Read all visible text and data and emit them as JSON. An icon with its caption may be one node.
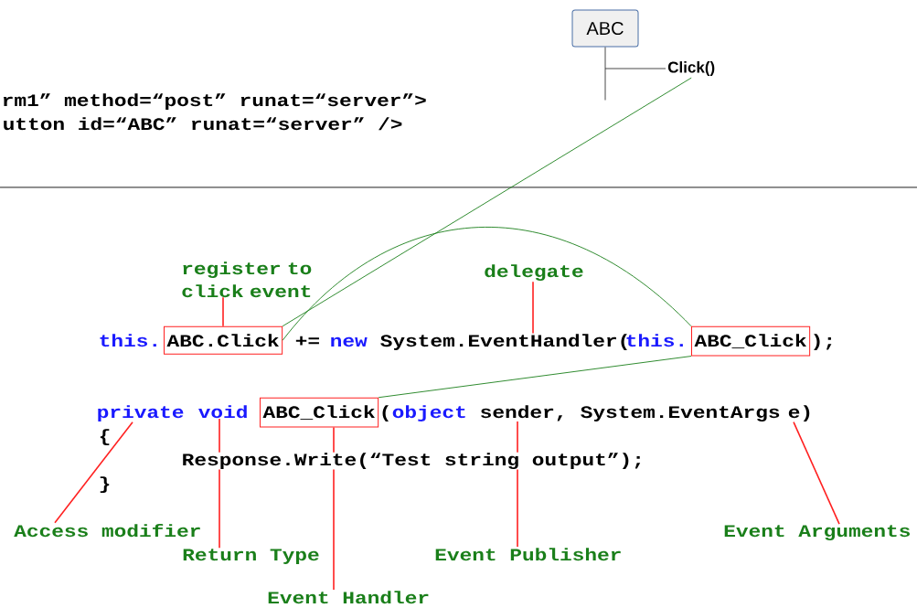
{
  "diagram": {
    "nodes": [
      {
        "text": [
          "ABC"
        ]
      },
      {
        "text": [
          "Click()"
        ]
      },
      {
        "text": [
          "ABC.Click"
        ]
      },
      {
        "text": [
          "ABC_Click"
        ]
      },
      {
        "text": [
          "ABC_Click"
        ]
      },
      {
        "text": [
          "register to click event"
        ]
      },
      {
        "text": [
          "delegate"
        ]
      },
      {
        "text": [
          "Access modifier"
        ]
      },
      {
        "text": [
          "Return Type"
        ]
      },
      {
        "text": [
          "Event Handler"
        ]
      },
      {
        "text": [
          "Event Publisher"
        ]
      },
      {
        "text": [
          "Event Arguments"
        ]
      },
      {
        "text": [
          "System.EventHandler("
        ]
      },
      {
        "text": [
          "private"
        ]
      },
      {
        "text": [
          "void"
        ]
      },
      {
        "text": [
          "sender,"
        ]
      },
      {
        "text": [
          "e)"
        ]
      }
    ],
    "edges": [
      {
        "from": 0,
        "to": 1,
        "arrow": "none",
        "color": "#333333"
      },
      {
        "from": 1,
        "to": 2,
        "arrow": "none",
        "color": "#1a7f1a"
      },
      {
        "from": 2,
        "to": 3,
        "arrow": "none",
        "color": "#1a7f1a"
      },
      {
        "from": 3,
        "to": 4,
        "arrow": "none",
        "color": "#1a7f1a"
      },
      {
        "from": 5,
        "to": 2,
        "arrow": "none"
      },
      {
        "from": 6,
        "to": 12,
        "arrow": "none"
      },
      {
        "from": 7,
        "to": 13,
        "arrow": "none"
      },
      {
        "from": 8,
        "to": 14,
        "arrow": "none"
      },
      {
        "from": 9,
        "to": 4,
        "arrow": "none"
      },
      {
        "from": 10,
        "to": 15,
        "arrow": "none"
      },
      {
        "from": 11,
        "to": 16,
        "arrow": "none"
      }
    ],
    "labels": [
      "rm1” method=“post” runat=“server”>",
      "utton id=“ABC” runat=“server” />",
      "this.",
      "+=",
      "new",
      "this.",
      ");",
      "(",
      "object",
      "System.EventArgs",
      "{",
      "Response.Write(“Test string output”);",
      "}"
    ]
  }
}
